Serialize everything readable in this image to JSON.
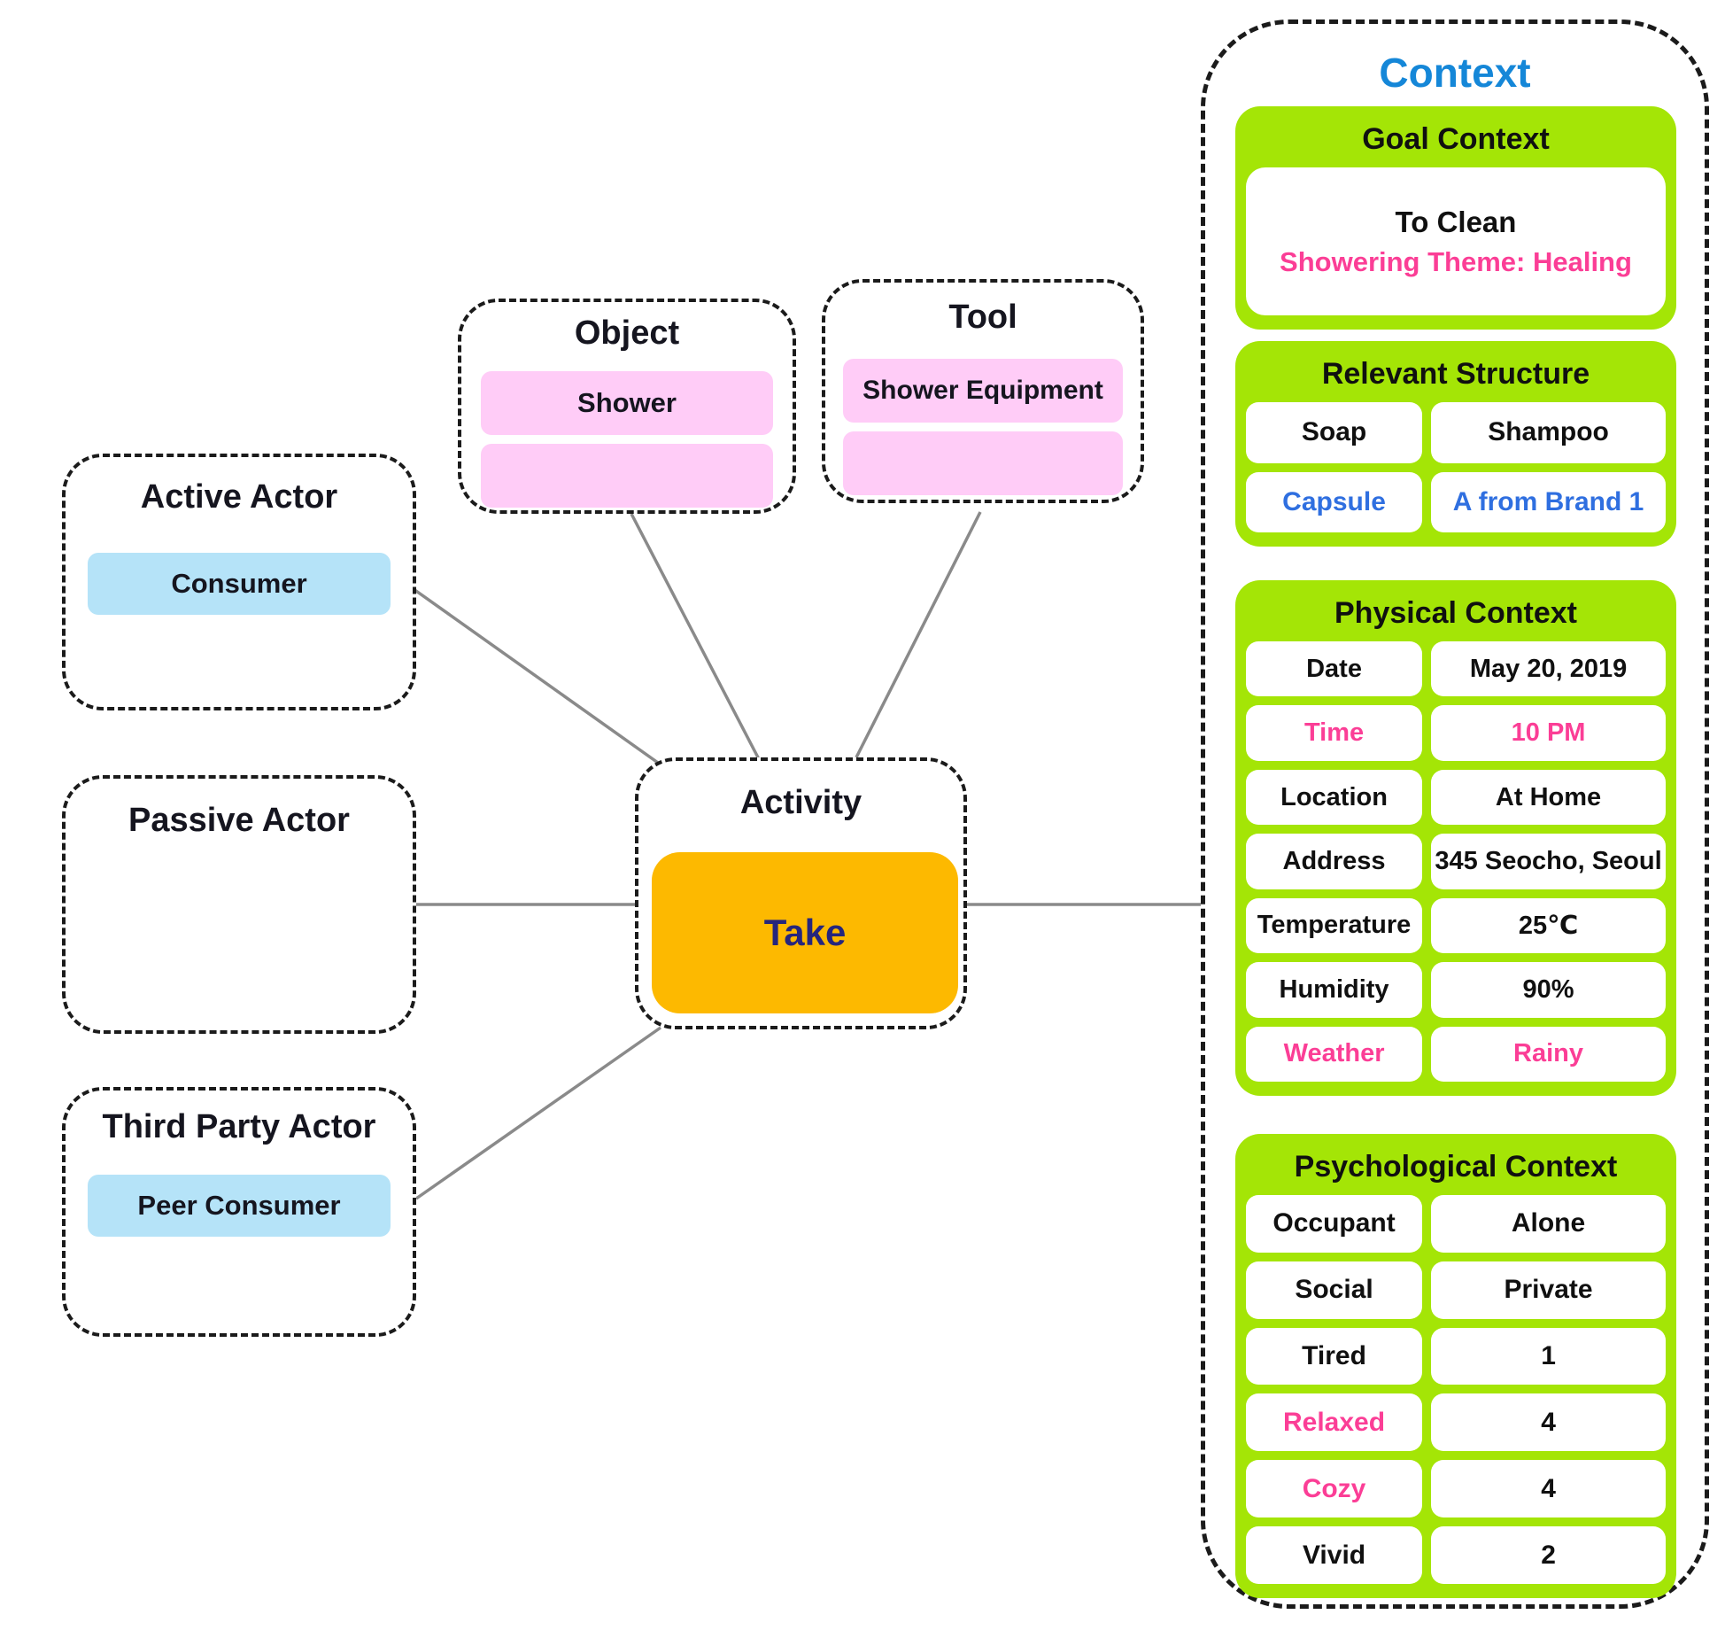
{
  "colors": {
    "green": "#a4e506",
    "pink-bar": "#ffccf7",
    "blue-bar": "#b5e3f8",
    "orange": "#fdb900",
    "pink-text": "#fb3e96",
    "blue-text": "#2f6fe0",
    "context-title": "#1587d8",
    "navy-text": "#26267d",
    "line-gray": "#8a8a8a"
  },
  "diagram": {
    "actors": [
      {
        "title": "Active Actor",
        "value": "Consumer"
      },
      {
        "title": "Passive Actor"
      },
      {
        "title": "Third Party Actor",
        "value": "Peer Consumer"
      }
    ],
    "object": {
      "title": "Object",
      "value": "Shower"
    },
    "tool": {
      "title": "Tool",
      "value": "Shower Equipment"
    },
    "activity": {
      "title": "Activity",
      "value": "Take"
    }
  },
  "context": {
    "title": "Context",
    "goal": {
      "title": "Goal Context",
      "line1": "To Clean",
      "line2": "Showering Theme: Healing",
      "line2_pink": true
    },
    "relevant": {
      "title": "Relevant Structure",
      "rows": [
        {
          "label": "Soap",
          "value": "Shampoo",
          "blue": false
        },
        {
          "label": "Capsule",
          "value": "A from Brand 1",
          "blue": true
        }
      ]
    },
    "physical": {
      "title": "Physical Context",
      "rows": [
        {
          "label": "Date",
          "value": "May 20, 2019",
          "pink": false
        },
        {
          "label": "Time",
          "value": "10 PM",
          "pink": true
        },
        {
          "label": "Location",
          "value": "At Home",
          "pink": false
        },
        {
          "label": "Address",
          "value": "345 Seocho, Seoul",
          "pink": false
        },
        {
          "label": "Temperature",
          "value": "25℃",
          "pink": false
        },
        {
          "label": "Humidity",
          "value": "90%",
          "pink": false
        },
        {
          "label": "Weather",
          "value": "Rainy",
          "pink": true
        }
      ]
    },
    "psychological": {
      "title": "Psychological Context",
      "rows": [
        {
          "label": "Occupant",
          "value": "Alone",
          "label_pink": false
        },
        {
          "label": "Social",
          "value": "Private",
          "label_pink": false
        },
        {
          "label": "Tired",
          "value": "1",
          "label_pink": false
        },
        {
          "label": "Relaxed",
          "value": "4",
          "label_pink": true
        },
        {
          "label": "Cozy",
          "value": "4",
          "label_pink": true
        },
        {
          "label": "Vivid",
          "value": "2",
          "label_pink": false
        }
      ]
    }
  }
}
